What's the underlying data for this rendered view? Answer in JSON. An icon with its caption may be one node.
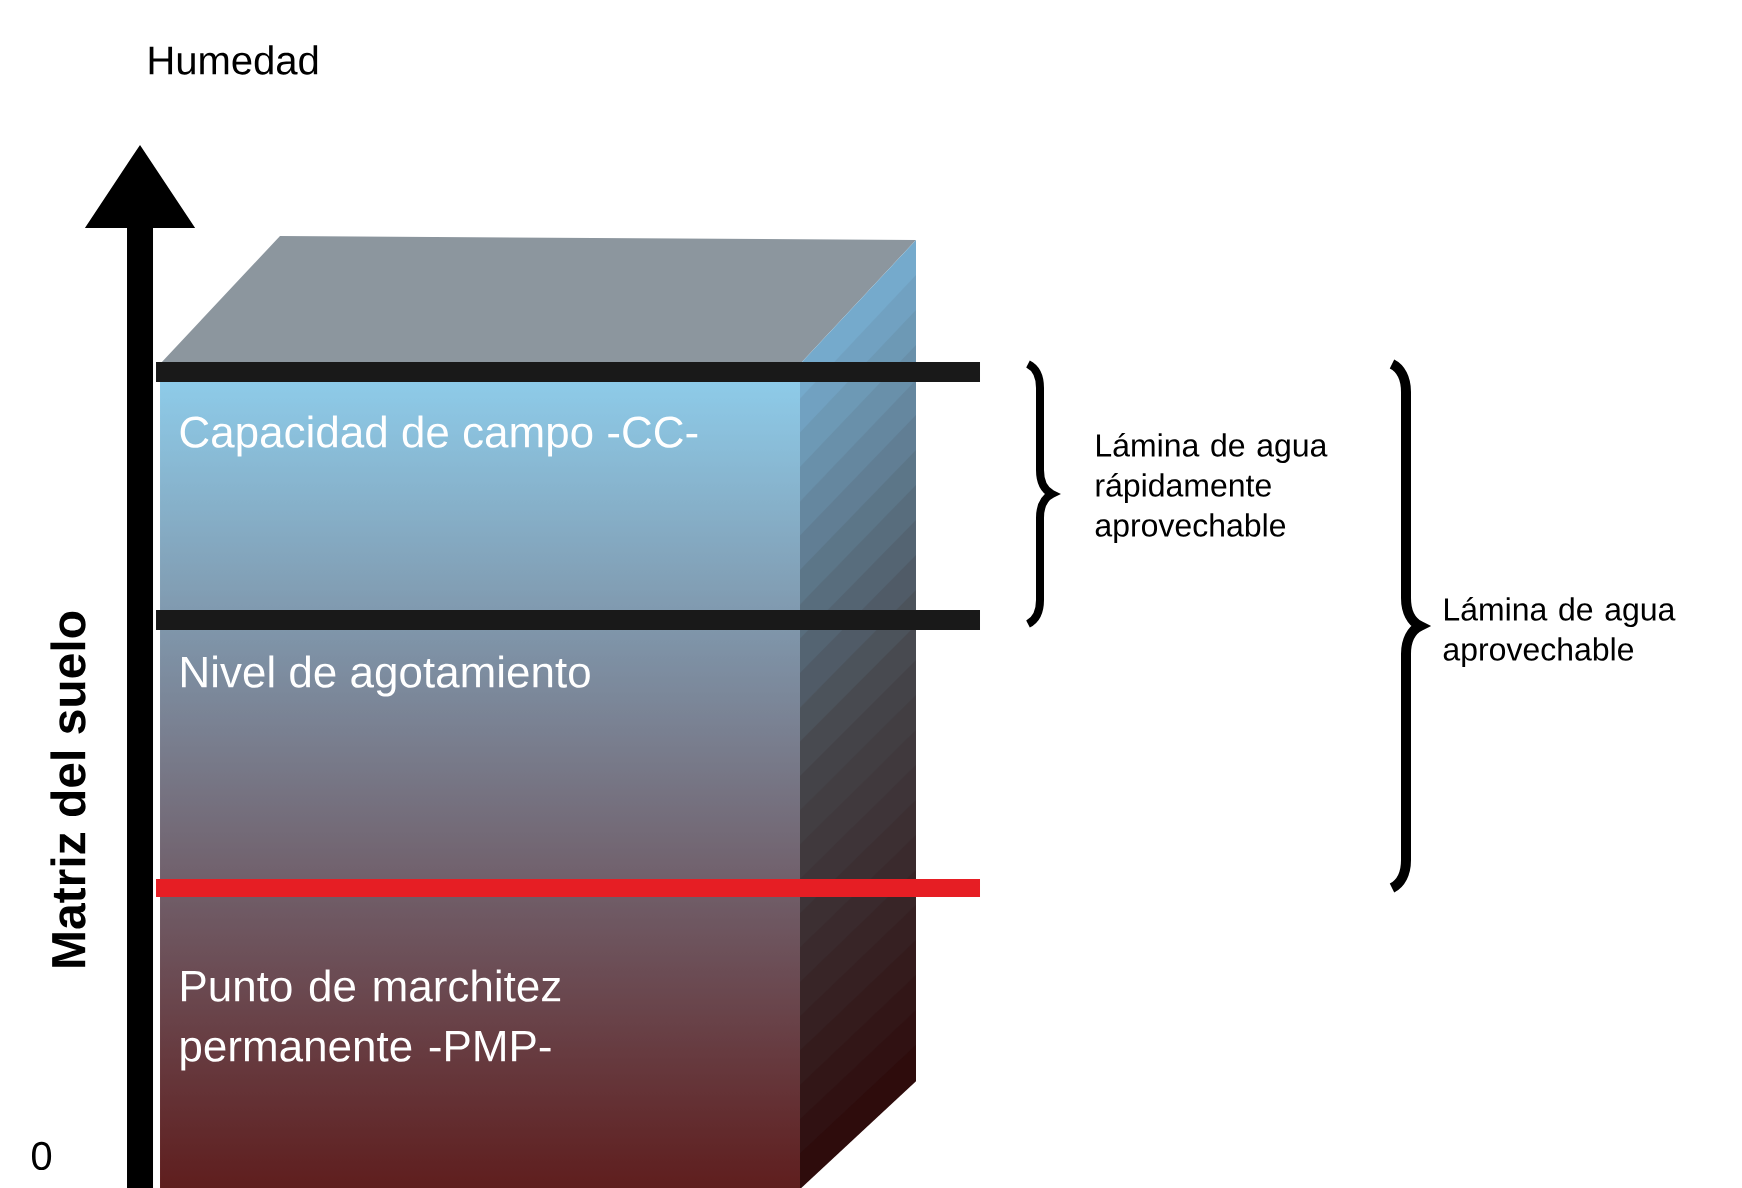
{
  "diagram": {
    "labels": [
      "Humedad",
      "Capacidad de campo -CC-",
      "Lámina de agua rápidamente aprovechable",
      "Lámina de agua aprovechable",
      "Nivel de agotamiento",
      "Matriz del suelo",
      "Punto de marchitez permanente -PMP-",
      "0"
    ]
  }
}
